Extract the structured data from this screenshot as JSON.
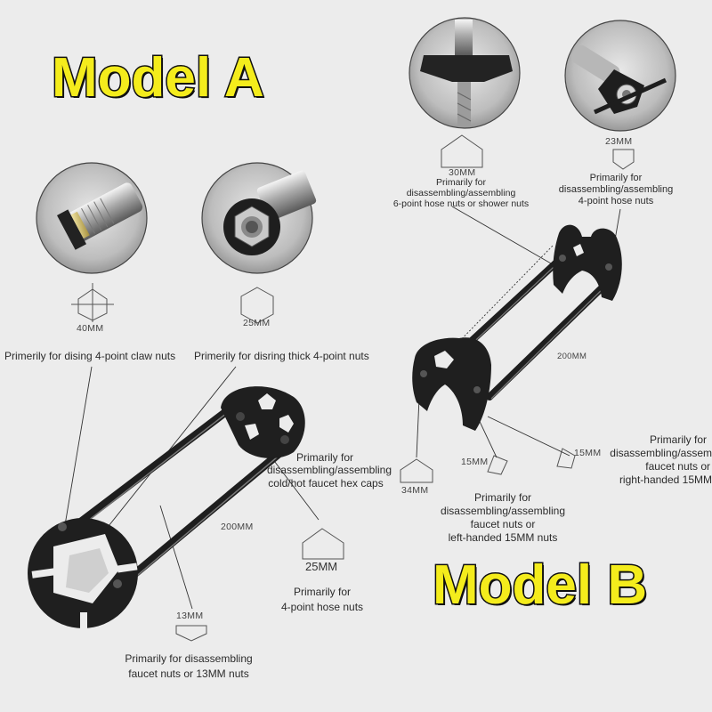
{
  "titles": {
    "model_a": "Model A",
    "model_b": "Model B"
  },
  "model_a": {
    "dims": {
      "d40": "40MM",
      "d25": "25MM",
      "d200": "200MM",
      "d25b": "25MM",
      "d13": "13MM"
    },
    "captions": {
      "claw": "Primerily for dising 4-point claw nuts",
      "thick": "Primerily for disring thick 4-point nuts",
      "hex_l1": "Primarily for",
      "hex_l2": "disassembling/assembling",
      "hex_l3": "cold/hot faucet hex caps",
      "hose_l1": "Primarily for",
      "hose_l2": "4-point hose nuts",
      "faucet13_l1": "Primarily for disassembling",
      "faucet13_l2": "faucet nuts or 13MM nuts"
    }
  },
  "model_b": {
    "dims": {
      "d30": "30MM",
      "d23": "23MM",
      "d200": "200MM",
      "d34": "34MM",
      "d15a": "15MM",
      "d15b": "15MM"
    },
    "captions": {
      "six_l1": "Primarily for",
      "six_l2": "disassembling/assembling",
      "six_l3": "6-point hose nuts or shower nuts",
      "four_l1": "Primarily for",
      "four_l2": "disassembling/assembling",
      "four_l3": "4-point hose nuts",
      "left_l1": "Primarily for",
      "left_l2": "disassembling/assembling",
      "left_l3": "faucet nuts or",
      "left_l4": "left-handed 15MM nuts",
      "right_l1": "Primarily for",
      "right_l2": "disassembling/assem",
      "right_l3": "faucet nuts or",
      "right_l4": "right-handed 15MM"
    }
  },
  "colors": {
    "background": "#ececec",
    "title_fill": "#f4ec1c",
    "title_outline": "#101010",
    "tool": "#1e1e1e"
  },
  "icons": [
    "pipe-photo-claw",
    "pipe-photo-thick",
    "pipe-photo-hose",
    "pipe-photo-4point",
    "wrench-tool-a",
    "wrench-tool-b"
  ]
}
